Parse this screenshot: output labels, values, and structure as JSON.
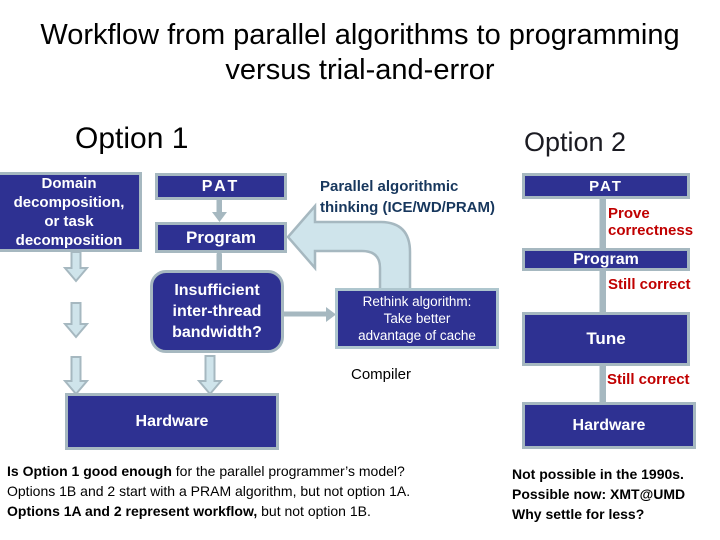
{
  "slide": {
    "title_line1": "Workflow from parallel algorithms to programming",
    "title_line2": "versus trial-and-error"
  },
  "option1": {
    "heading": "Option 1",
    "domain_lines": [
      "Domain",
      "decomposition,",
      "or task",
      "decomposition"
    ],
    "pat": "PAT",
    "program": "Program",
    "insufficient_lines": [
      "Insufficient",
      "inter-thread",
      "bandwidth?"
    ],
    "compiler": "Compiler",
    "hardware": "Hardware"
  },
  "middle": {
    "pat_note_line1": "Parallel algorithmic",
    "pat_note_line2": "thinking (ICE/WD/PRAM)",
    "rethink_lines": [
      "Rethink algorithm:",
      "Take better",
      "advantage of cache"
    ]
  },
  "option2": {
    "heading": "Option 2",
    "pat": "PAT",
    "prove_line1": "Prove",
    "prove_line2": "correctness",
    "program": "Program",
    "still_correct_1": "Still correct",
    "tune": "Tune",
    "still_correct_2": "Still correct",
    "hardware": "Hardware"
  },
  "footer": {
    "left_line1_bold": "Is Option 1 good enough",
    "left_line1_rest": " for the parallel programmer’s model?",
    "left_line2": "Options 1B and 2 start with a PRAM algorithm, but not option 1A.",
    "left_line3_bold": "Options 1A and 2 represent workflow,",
    "left_line3_rest": " but not option 1B.",
    "right_line1": "Not possible in the 1990s.",
    "right_line2": "Possible now: XMT@UMD",
    "right_line3": "Why settle for less?"
  },
  "colors": {
    "box_fill": "#2E3192",
    "box_border": "#A6B8C0",
    "arrow_fill": "#CFE4EB",
    "red_text": "#C00000",
    "navy_text": "#17375D"
  }
}
